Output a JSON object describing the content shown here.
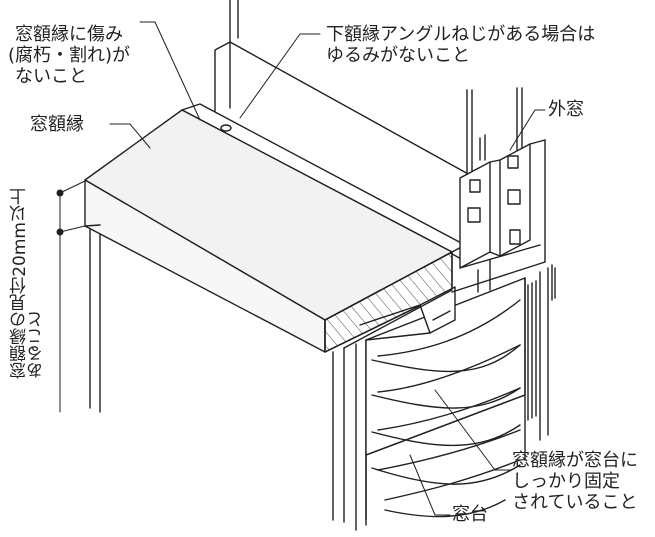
{
  "labels": {
    "frame_damage": [
      "窓額縁に傷み",
      "(腐朽・割れ)が",
      "ないこと"
    ],
    "frame": "窓額縁",
    "angle_screw": [
      "下額縁アングルねじがある場合は",
      "ゆるみがないこと"
    ],
    "outer_window": "外窓",
    "fixed": [
      "窓額縁が窓台に",
      "しっかり固定",
      "されていること"
    ],
    "sill": "窓台",
    "width_req": [
      "窓額縁の見付20mm以上",
      "あること"
    ]
  },
  "colors": {
    "line": "#231f20",
    "background": "#ffffff",
    "frame_top": "#f2f2f2",
    "frame_side": "#f7f7f7"
  }
}
